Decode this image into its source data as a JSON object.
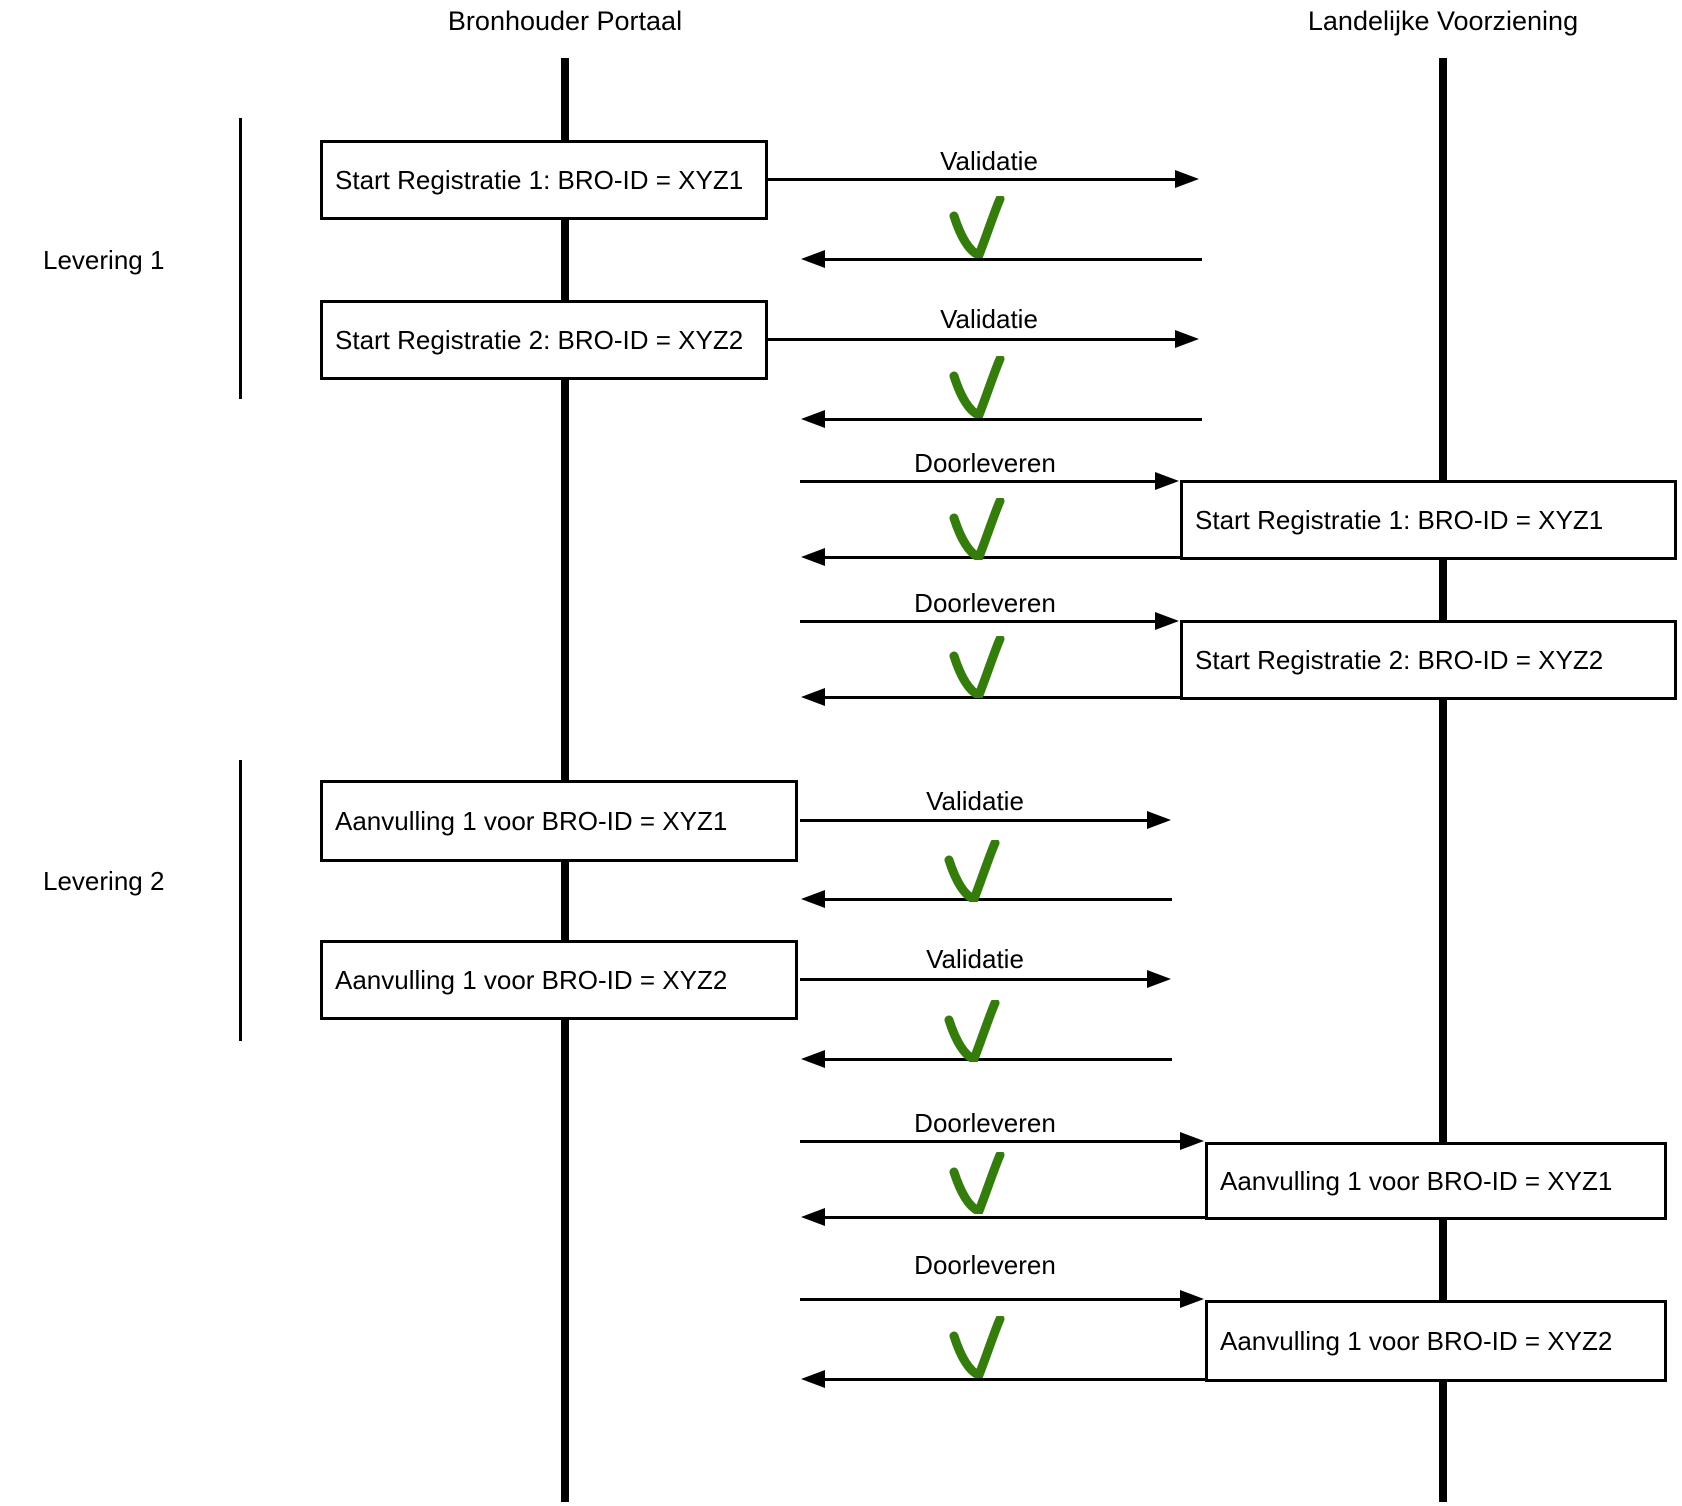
{
  "diagram": {
    "actors": {
      "left": "Bronhouder Portaal",
      "right": "Landelijke Voorziening"
    },
    "groups": [
      {
        "label": "Levering 1"
      },
      {
        "label": "Levering 2"
      }
    ],
    "left_boxes": [
      "Start Registratie 1: BRO-ID = XYZ1",
      "Start Registratie 2: BRO-ID = XYZ2",
      "Aanvulling 1 voor BRO-ID = XYZ1",
      "Aanvulling 1 voor BRO-ID = XYZ2"
    ],
    "right_boxes": [
      "Start Registratie 1: BRO-ID = XYZ1",
      "Start Registratie 2: BRO-ID = XYZ2",
      "Aanvulling 1 voor BRO-ID = XYZ1",
      "Aanvulling 1 voor BRO-ID = XYZ2"
    ],
    "arrow_labels": [
      "Validatie",
      "Validatie",
      "Doorleveren",
      "Doorleveren",
      "Validatie",
      "Validatie",
      "Doorleveren",
      "Doorleveren"
    ],
    "icons": {
      "result": "check-icon"
    },
    "colors": {
      "check_green": "#347c0c",
      "line": "#000000"
    }
  }
}
